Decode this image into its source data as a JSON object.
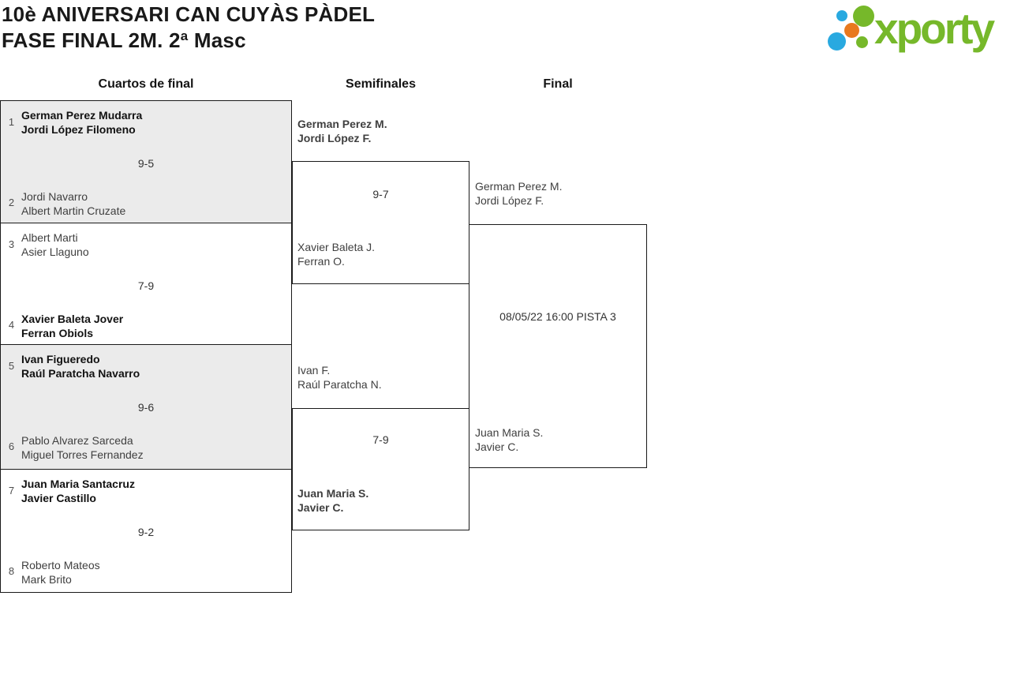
{
  "header": {
    "title_line1": "10è ANIVERSARI CAN CUYÀS PÀDEL",
    "title_line2": "FASE FINAL 2M. 2ª Masc",
    "logo_text": "xporty"
  },
  "round_labels": {
    "quarterfinals": "Cuartos de final",
    "semifinals": "Semifinales",
    "final": "Final"
  },
  "colors": {
    "brand_green": "#76b82a",
    "brand_blue": "#29a9e0",
    "brand_orange": "#e8791e",
    "match_shaded_bg": "#ebebeb",
    "box_border": "#1a1a1a"
  },
  "quarterfinals": [
    {
      "seed_top": "1",
      "team_top": [
        "German Perez Mudarra",
        "Jordi López Filomeno"
      ],
      "top_winner": true,
      "score": "9-5",
      "seed_bottom": "2",
      "team_bottom": [
        "Jordi Navarro",
        "Albert Martin Cruzate"
      ],
      "bottom_winner": false
    },
    {
      "seed_top": "3",
      "team_top": [
        "Albert Marti",
        "Asier Llaguno"
      ],
      "top_winner": false,
      "score": "7-9",
      "seed_bottom": "4",
      "team_bottom": [
        "Xavier Baleta Jover",
        "Ferran Obiols"
      ],
      "bottom_winner": true
    },
    {
      "seed_top": "5",
      "team_top": [
        "Ivan Figueredo",
        "Raúl Paratcha Navarro"
      ],
      "top_winner": true,
      "score": "9-6",
      "seed_bottom": "6",
      "team_bottom": [
        "Pablo Alvarez Sarceda",
        "Miguel Torres Fernandez"
      ],
      "bottom_winner": false
    },
    {
      "seed_top": "7",
      "team_top": [
        "Juan Maria Santacruz",
        "Javier Castillo"
      ],
      "top_winner": true,
      "score": "9-2",
      "seed_bottom": "8",
      "team_bottom": [
        "Roberto Mateos",
        "Mark Brito"
      ],
      "bottom_winner": false
    }
  ],
  "semifinals": [
    {
      "team_top": [
        "German Perez M.",
        "Jordi López F."
      ],
      "top_winner": true,
      "score": "9-7",
      "team_bottom": [
        "Xavier Baleta J.",
        "Ferran O."
      ],
      "bottom_winner": false
    },
    {
      "team_top": [
        "Ivan F.",
        "Raúl Paratcha N."
      ],
      "top_winner": false,
      "score": "7-9",
      "team_bottom": [
        "Juan Maria S.",
        "Javier C."
      ],
      "bottom_winner": true
    }
  ],
  "final": {
    "team_top": [
      "German Perez M.",
      "Jordi López F."
    ],
    "top_winner": false,
    "schedule": "08/05/22 16:00 PISTA 3",
    "team_bottom": [
      "Juan Maria S.",
      "Javier C."
    ],
    "bottom_winner": false
  }
}
